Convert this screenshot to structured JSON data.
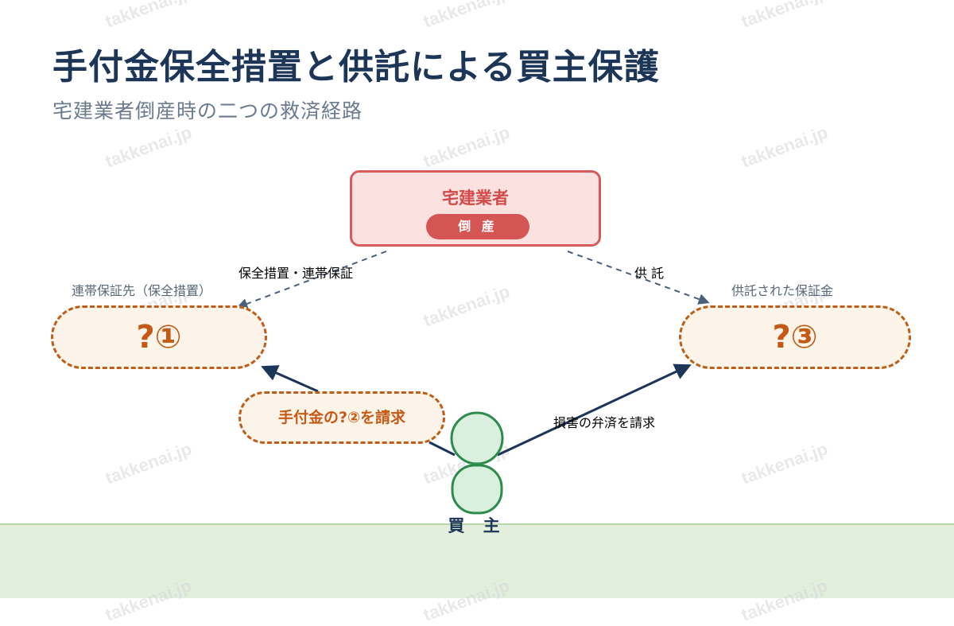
{
  "header": {
    "title": "手付金保全措置と供託による買主保護",
    "subtitle": "宅建業者倒産時の二つの救済経路"
  },
  "nodes": {
    "company": {
      "name": "宅建業者",
      "status": "倒 産"
    },
    "guarantor": {
      "label": "連帯保証先（保全措置）",
      "content": "?①"
    },
    "deposit": {
      "label": "供託された保証金",
      "content": "?③"
    },
    "claim": {
      "text": "手付金の?②を請求"
    },
    "buyer": {
      "label": "買 主"
    }
  },
  "edges": {
    "company_to_guarantor": "保全措置・連帯保証",
    "company_to_deposit": "供 託",
    "buyer_to_deposit": "損害の弁済を請求"
  },
  "watermark": {
    "text": "takkenai.jp"
  },
  "colors": {
    "title": "#1d3557",
    "company_border": "#d75b5b",
    "company_fill": "#fbe1e0",
    "unknown_border": "#bd5e1a",
    "unknown_fill": "#fdf4e9",
    "buyer_stroke": "#2e8b4e",
    "buyer_fill": "#d8f0dd",
    "arrow_solid": "#1d3557",
    "arrow_dashed": "#4a5f7a",
    "ground": "#e2efdc"
  }
}
